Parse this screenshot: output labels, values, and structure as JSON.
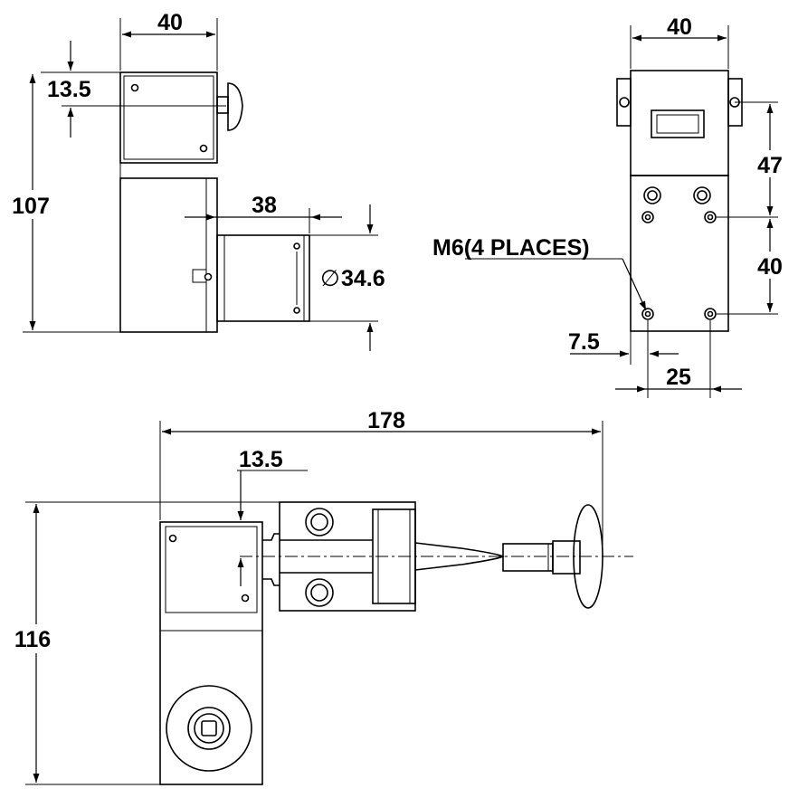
{
  "dimensions": {
    "side_width": "40",
    "side_offset": "13.5",
    "side_height": "107",
    "side_tube_length": "38",
    "side_tube_diameter": "34.6",
    "diameter_symbol": "∅",
    "front_width": "40",
    "front_upper_spacing": "47",
    "front_lower_spacing": "40",
    "front_edge_offset": "7.5",
    "front_hole_spacing": "25",
    "mount_holes_note": "M6(4 PLACES)",
    "top_overall_length": "178",
    "top_offset": "13.5",
    "top_height": "116"
  }
}
